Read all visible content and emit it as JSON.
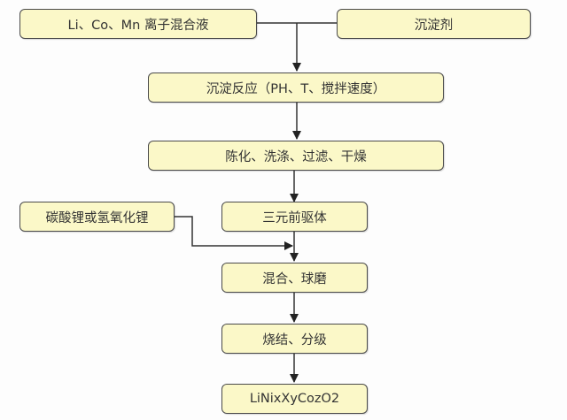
{
  "diagram": {
    "title": "",
    "nodes": {
      "mixed_solution": "Li、Co、Mn 离子混合液",
      "precipitant": "沉淀剂",
      "precipitation_reaction": "沉淀反应（PH、T、搅拌速度）",
      "aging_washing": "陈化、洗涤、过滤、干燥",
      "precursor": "三元前驱体",
      "lithium_source": "碳酸锂或氢氧化锂",
      "mixing_milling": "混合、球磨",
      "sintering_grading": "烧结、分级",
      "product": "LiNixXyCozO2"
    },
    "edges": [
      [
        "mixed_solution",
        "precipitation_reaction"
      ],
      [
        "precipitant",
        "precipitation_reaction"
      ],
      [
        "precipitation_reaction",
        "aging_washing"
      ],
      [
        "aging_washing",
        "precursor"
      ],
      [
        "precursor",
        "mixing_milling"
      ],
      [
        "lithium_source",
        "mixing_milling"
      ],
      [
        "mixing_milling",
        "sintering_grading"
      ],
      [
        "sintering_grading",
        "product"
      ]
    ],
    "colors": {
      "box_fill": "#fbf8c8",
      "box_border": "#4a4a4a",
      "line": "#333333"
    }
  }
}
